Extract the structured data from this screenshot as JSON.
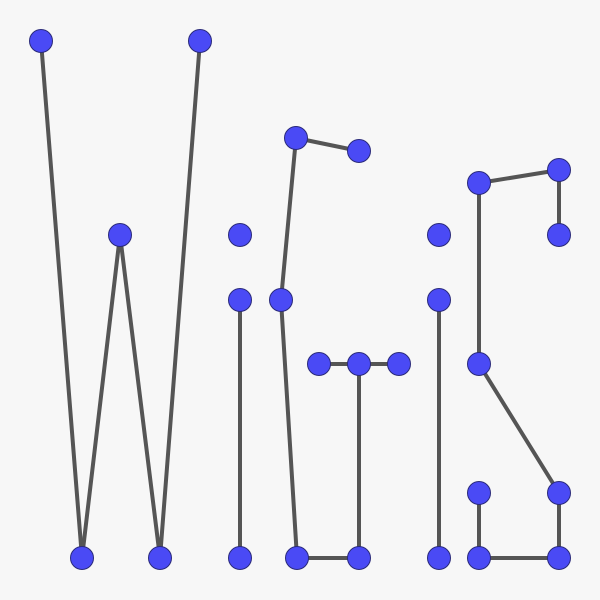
{
  "colors": {
    "background": "#f7f7f7",
    "node_fill": "#4a4af5",
    "node_stroke": "#2a2a7a",
    "edge": "#555555"
  },
  "nodes": [
    {
      "id": "n1"
    },
    {
      "id": "n2"
    },
    {
      "id": "n3"
    },
    {
      "id": "n4"
    },
    {
      "id": "n5"
    },
    {
      "id": "n6"
    },
    {
      "id": "n7"
    },
    {
      "id": "n8"
    },
    {
      "id": "n9"
    },
    {
      "id": "n10"
    },
    {
      "id": "n11"
    },
    {
      "id": "n12"
    },
    {
      "id": "n13"
    },
    {
      "id": "n14"
    },
    {
      "id": "n15"
    },
    {
      "id": "n16"
    },
    {
      "id": "n17"
    },
    {
      "id": "n18"
    },
    {
      "id": "n19"
    },
    {
      "id": "n20"
    },
    {
      "id": "n21"
    },
    {
      "id": "n22"
    },
    {
      "id": "n23"
    },
    {
      "id": "n24"
    },
    {
      "id": "n25"
    },
    {
      "id": "n26"
    },
    {
      "id": "n27"
    },
    {
      "id": "n28"
    }
  ],
  "edges": [
    [
      "n1",
      "n2"
    ],
    [
      "n2",
      "n3"
    ],
    [
      "n3",
      "n4"
    ],
    [
      "n4",
      "n5"
    ],
    [
      "n7",
      "n8"
    ],
    [
      "n9",
      "n10"
    ],
    [
      "n11",
      "n9"
    ],
    [
      "n11",
      "n12"
    ],
    [
      "n12",
      "n13"
    ],
    [
      "n13",
      "n14"
    ],
    [
      "n15",
      "n14"
    ],
    [
      "n14",
      "n16"
    ],
    [
      "n18",
      "n19"
    ],
    [
      "n19",
      "n20"
    ],
    [
      "n19",
      "n23"
    ],
    [
      "n20",
      "n27"
    ],
    [
      "n21",
      "n22"
    ],
    [
      "n23",
      "n25"
    ],
    [
      "n26",
      "n24"
    ],
    [
      "n24",
      "n25"
    ]
  ]
}
